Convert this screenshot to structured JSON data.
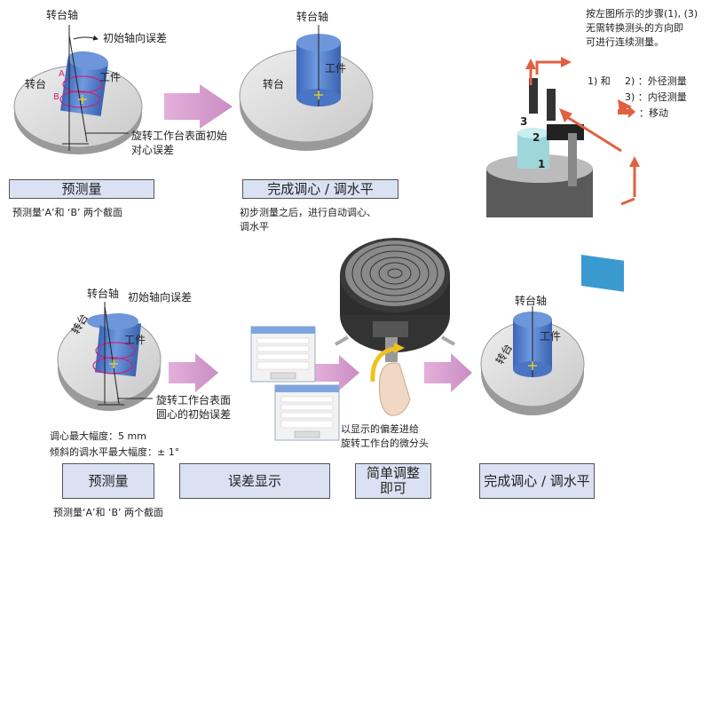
{
  "top_left": {
    "axis_label": "转台轴",
    "axial_error_label": "初始轴向误差",
    "point_a": "A",
    "point_b": "B",
    "table_label": "转台",
    "work_label": "工件",
    "center_error_line1": "旋转工作台表面初始",
    "center_error_line2": "对心误差",
    "step_box": "预测量",
    "step_note": "预测量‘A’和 ‘B’ 两个截面"
  },
  "top_middle": {
    "axis_label": "转台轴",
    "work_label": "工件",
    "table_label": "转台",
    "step_box": "完成调心 / 调水平",
    "step_note_line1": "初步测量之后，进行自动调心、",
    "step_note_line2": "调水平"
  },
  "top_right": {
    "intro_line1": "按左图所示的步骤(1), (3)",
    "intro_line2": "无需转换测头的方向即",
    "intro_line3": "可进行连续测量。",
    "legend_1": "1) 和",
    "legend_2": "2) ：外径测量",
    "legend_3": "3) ：内径测量",
    "legend_move": "：移动",
    "num_1": "1",
    "num_2": "2",
    "num_3": "3"
  },
  "bottom": {
    "axis_label": "转台轴",
    "axial_error_label": "初始轴向误差",
    "table_label": "转台",
    "work_label": "工件",
    "center_error_line1": "旋转工作台表面",
    "center_error_line2": "圆心的初始误差",
    "limits_line1": "调心最大幅度：5 mm",
    "limits_line2": "倾斜的调水平最大幅度：± 1°",
    "adjust_note_line1": "以显示的偏差进给",
    "adjust_note_line2": "旋转工作台的微分头",
    "final_axis_label": "转台轴",
    "final_work_label": "工件",
    "final_table_label": "转台",
    "box_pre": "预测量",
    "box_display": "误差显示",
    "box_simple_line1": "简单调整",
    "box_simple_line2": "即可",
    "box_done": "完成调心 / 调水平",
    "pre_note": "预测量‘A’和 ‘B’ 两个截面"
  },
  "colors": {
    "table_fill": "#dcdcdc",
    "table_side": "#a8a8a8",
    "workpiece": "#4f7fd0",
    "box_fill": "#d9e1f2",
    "arrow_fill": "#d6a0cf",
    "red_arrow": "#e06040",
    "error_mark": "#cc2277"
  }
}
